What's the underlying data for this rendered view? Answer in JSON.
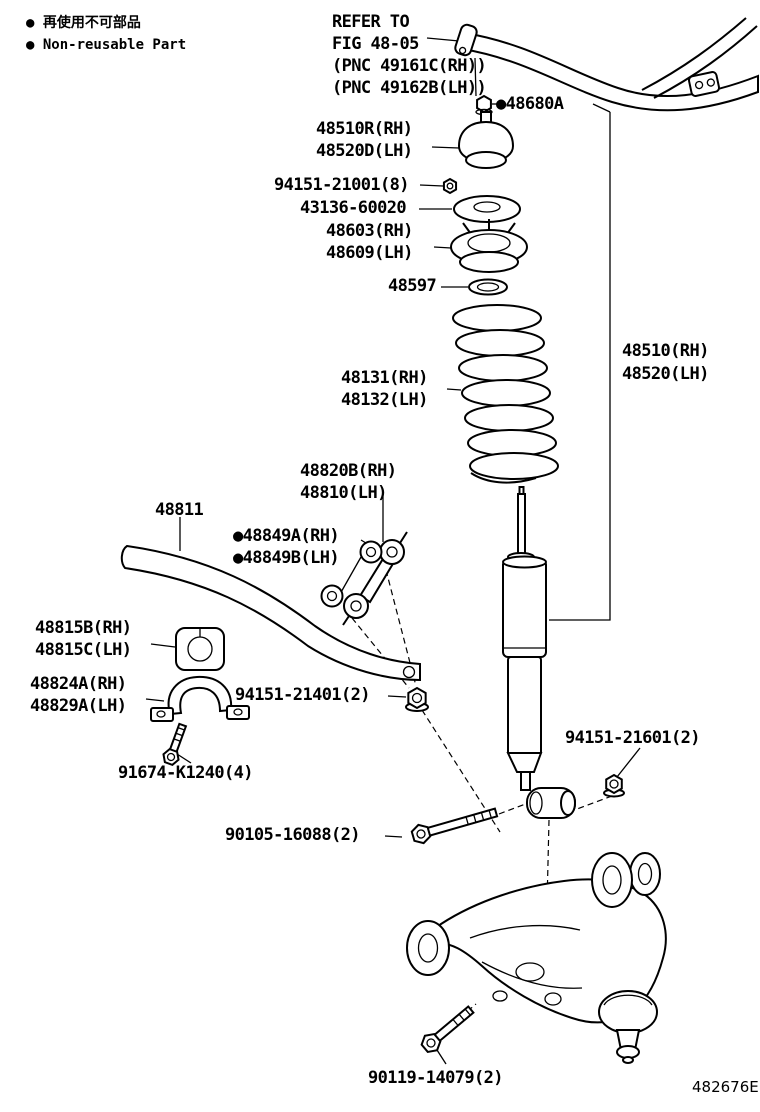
{
  "legend": {
    "nonreusable_jp": "● 再使用不可部品",
    "nonreusable_en": "● Non-reusable Part"
  },
  "refer_note": {
    "lines": [
      "REFER TO",
      "FIG 48-05",
      "(PNC 49161C(RH))",
      "(PNC 49162B(LH))"
    ]
  },
  "parts": {
    "p48680a": "●48680A",
    "p48510r": "48510R(RH)",
    "p48520d": "48520D(LH)",
    "p94151_21001": "94151-21001(8)",
    "p43136": "43136-60020",
    "p48603": "48603(RH)",
    "p48609": "48609(LH)",
    "p48597": "48597",
    "p48510": "48510(RH)",
    "p48520": "48520(LH)",
    "p48131": "48131(RH)",
    "p48132": "48132(LH)",
    "p48820b": "48820B(RH)",
    "p48810": "48810(LH)",
    "p48811": "48811",
    "p48849a": "●48849A(RH)",
    "p48849b": "●48849B(LH)",
    "p48815b": "48815B(RH)",
    "p48815c": "48815C(LH)",
    "p48824a": "48824A(RH)",
    "p48829a": "48829A(LH)",
    "p94151_21401": "94151-21401(2)",
    "p91674": "91674-K1240(4)",
    "p94151_21601": "94151-21601(2)",
    "p90105": "90105-16088(2)",
    "p90119": "90119-14079(2)"
  },
  "diagram_code": "482676E",
  "colors": {
    "ink": "#000000",
    "paper": "#ffffff"
  }
}
